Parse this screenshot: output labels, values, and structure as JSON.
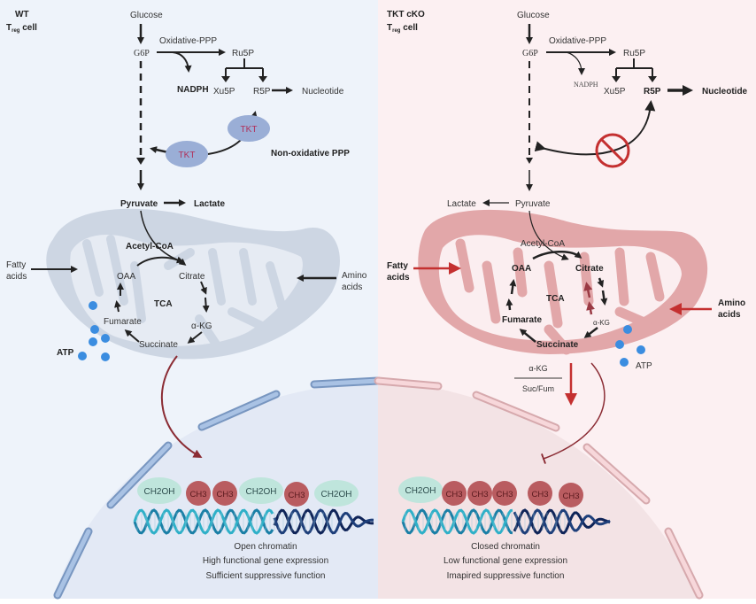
{
  "left": {
    "title": "WT",
    "subtitle_main": "T",
    "subtitle_sub": "reg",
    "subtitle_tail": " cell",
    "glucose": "Glucose",
    "g6p": "G6P",
    "oxidative_ppp": "Oxidative-PPP",
    "ru5p": "Ru5P",
    "nadph": "NADPH",
    "xu5p": "Xu5P",
    "r5p": "R5P",
    "nucleotide": "Nucleotide",
    "tkt1": "TKT",
    "tkt2": "TKT",
    "non_oxidative_ppp": "Non-oxidative PPP",
    "pyruvate": "Pyruvate",
    "lactate": "Lactate",
    "acetyl_coa": "Acetyl-CoA",
    "fatty_acids_1": "Fatty",
    "fatty_acids_2": "acids",
    "amino_acids_1": "Amino",
    "amino_acids_2": "acids",
    "oaa": "OAA",
    "citrate": "Citrate",
    "tca": "TCA",
    "akg": "α-KG",
    "fumarate": "Fumarate",
    "succinate": "Succinate",
    "atp": "ATP",
    "marks": [
      "CH2OH",
      "CH3",
      "CH3",
      "CH2OH",
      "CH3",
      "CH2OH"
    ],
    "caption": [
      "Open chromatin",
      "High functional gene expression",
      "Sufficient suppressive function"
    ]
  },
  "right": {
    "title": "TKT cKO",
    "subtitle_main": "T",
    "subtitle_sub": "reg",
    "subtitle_tail": " cell",
    "glucose": "Glucose",
    "g6p": "G6P",
    "oxidative_ppp": "Oxidative-PPP",
    "ru5p": "Ru5P",
    "nadph": "NADPH",
    "xu5p": "Xu5P",
    "r5p": "R5P",
    "nucleotide": "Nucleotide",
    "pyruvate": "Pyruvate",
    "lactate": "Lactate",
    "acetyl_coa": "Acetyl-CoA",
    "fatty_acids_1": "Fatty",
    "fatty_acids_2": "acids",
    "amino_acids_1": "Amino",
    "amino_acids_2": "acids",
    "oaa": "OAA",
    "citrate": "Citrate",
    "tca": "TCA",
    "akg": "α-KG",
    "fumarate": "Fumarate",
    "succinate": "Succinate",
    "atp": "ATP",
    "ratio_num": "α-KG",
    "ratio_den": "Suc/Fum",
    "marks": [
      "CH2OH",
      "CH3",
      "CH3",
      "CH3",
      "CH3",
      "CH3"
    ],
    "caption": [
      "Closed chromatin",
      "Low functional gene expression",
      "Imapired suppressive function"
    ]
  },
  "colors": {
    "left_bg": "#eef3fa",
    "right_bg": "#fcf0f2",
    "left_mito": "#cdd6e3",
    "right_mito": "#e2a7a9",
    "tkt": "#9aaed6",
    "tkt_text": "#b0305a",
    "ch3": "#b95c60",
    "ch2oh": "#bfe5dc",
    "atp": "#3b8de0",
    "dark_red": "#8b2c34",
    "red_arrow": "#c43030"
  }
}
